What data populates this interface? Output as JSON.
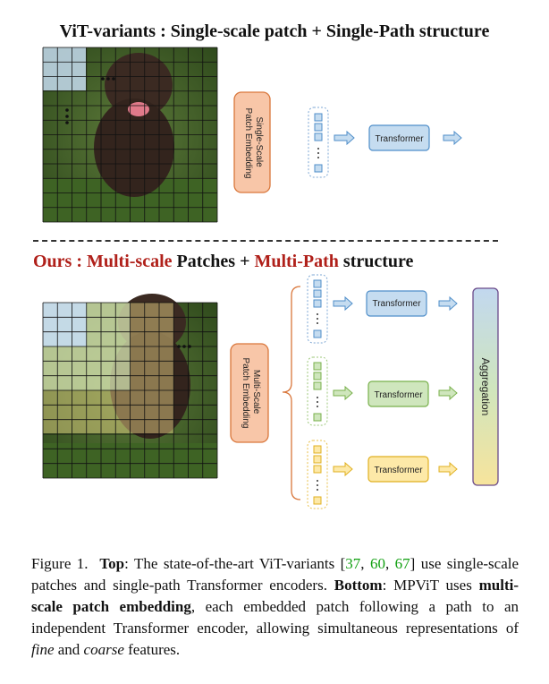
{
  "top": {
    "title": "ViT-variants : Single-scale patch + Single-Path structure",
    "embedding_label_line1": "Single-Scale",
    "embedding_label_line2": "Patch Embedding",
    "transformer_label": "Transformer"
  },
  "bottom": {
    "title_ours": "Ours : ",
    "title_multiscale": "Multi-scale",
    "title_patches": " Patches + ",
    "title_multipath": "Multi-Path",
    "title_structure": " structure",
    "embedding_label_line1": "Multi-Scale",
    "embedding_label_line2": "Patch Embedding",
    "transformer_labels": [
      "Transformer",
      "Transformer",
      "Transformer"
    ],
    "aggregation_label": "Aggregation"
  },
  "caption": {
    "fig": "Figure 1.",
    "top_label": "Top",
    "text1": ": The state-of-the-art ViT-variants [",
    "c1": "37",
    "sep1": ", ",
    "c2": "60",
    "sep2": ", ",
    "c3": "67",
    "text2": "] use single-scale patches and single-path Transformer encoders.",
    "bottom_label": "Bottom",
    "text3": ": MPViT uses ",
    "bold1": "multi-scale patch embedding",
    "text4": ", each embedded patch following a path to an independent Transformer encoder, allowing simultaneous representations of ",
    "italic1": "fine",
    "text5": " and ",
    "italic2": "coarse",
    "text6": " features."
  },
  "colors": {
    "blue_fill": "#c5dcf0",
    "blue_stroke": "#4f8ec9",
    "green_fill": "#cfe6bd",
    "green_stroke": "#78b04b",
    "yellow_fill": "#fde9a8",
    "yellow_stroke": "#e0b020",
    "orange_fill": "#f8c6a8",
    "orange_stroke": "#d9763a",
    "title_red": "#b0201a"
  }
}
